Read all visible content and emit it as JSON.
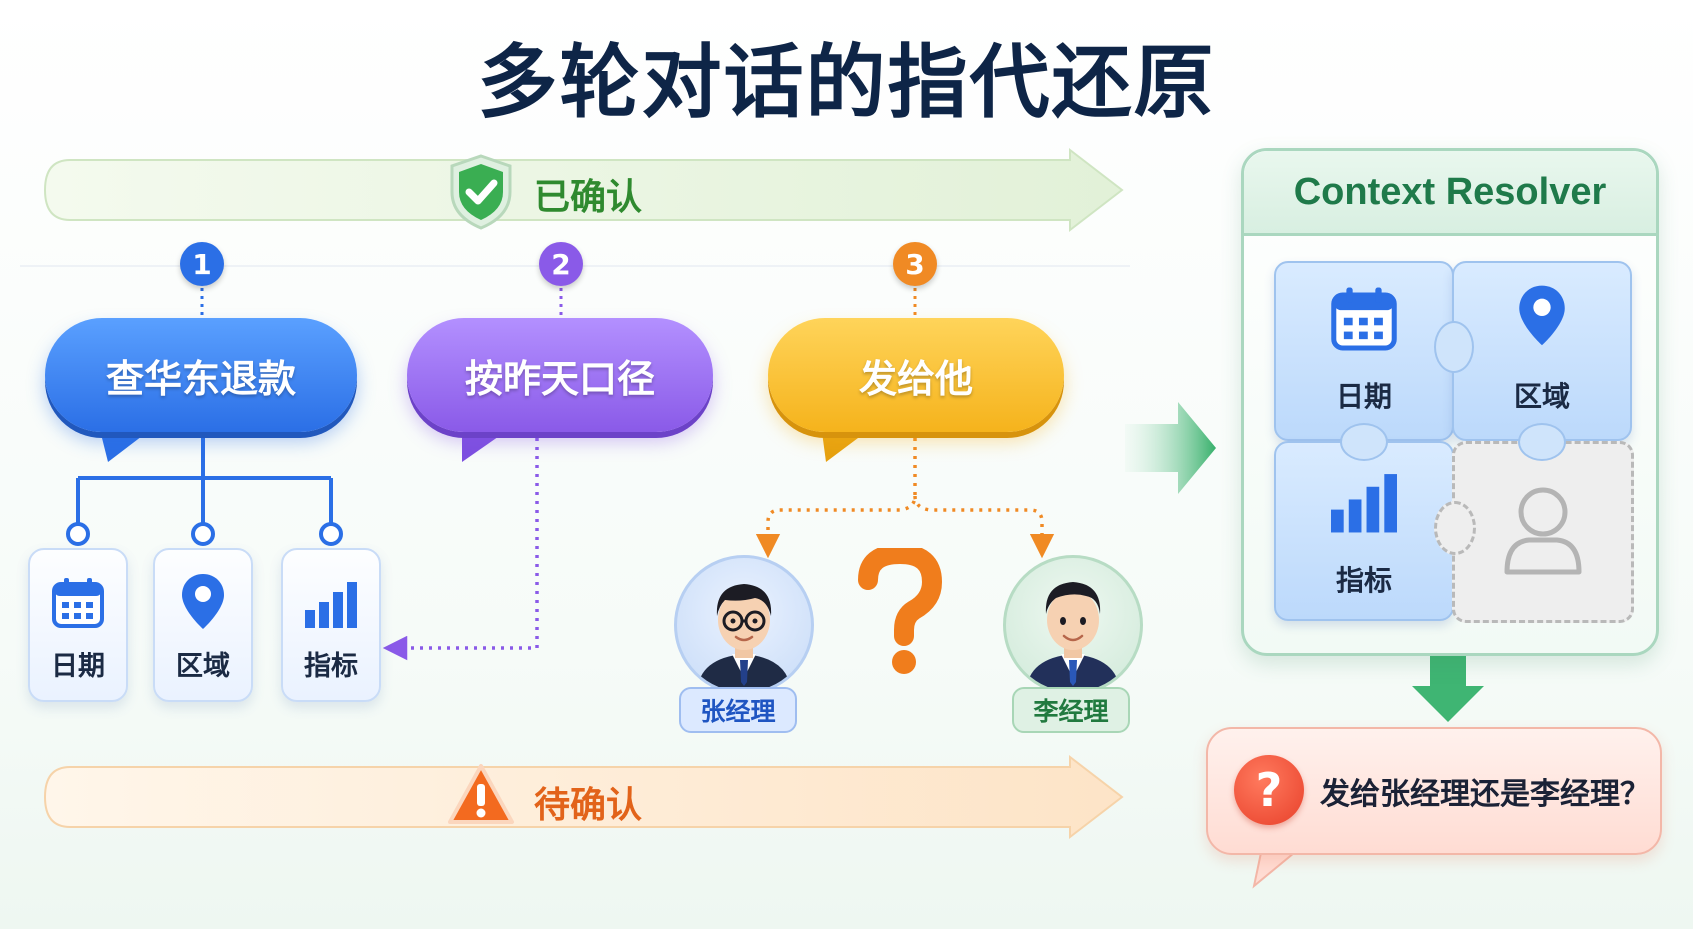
{
  "title": "多轮对话的指代还原",
  "banners": {
    "confirmed": {
      "label": "已确认",
      "color": "#2f8a2f"
    },
    "pending": {
      "label": "待确认",
      "color": "#e2631a"
    }
  },
  "turns": [
    {
      "number": "1",
      "text": "查华东退款",
      "color": "#2b6fe6"
    },
    {
      "number": "2",
      "text": "按昨天口径",
      "color": "#8a5ae8"
    },
    {
      "number": "3",
      "text": "发给他",
      "color": "#f5a10e"
    }
  ],
  "slots": [
    {
      "label": "日期",
      "icon": "calendar-icon"
    },
    {
      "label": "区域",
      "icon": "location-pin-icon"
    },
    {
      "label": "指标",
      "icon": "bar-chart-icon"
    }
  ],
  "candidates": [
    {
      "name": "张经理",
      "tag_color": "#2b6fe6"
    },
    {
      "name": "李经理",
      "tag_color": "#2f8a2f"
    }
  ],
  "resolver": {
    "title": "Context Resolver",
    "pieces": [
      {
        "label": "日期",
        "icon": "calendar-icon"
      },
      {
        "label": "区域",
        "icon": "location-pin-icon"
      },
      {
        "label": "指标",
        "icon": "bar-chart-icon"
      },
      {
        "label": "",
        "icon": "person-outline-icon"
      }
    ]
  },
  "clarification": {
    "text": "发给张经理还是李经理？",
    "icon": "question-icon"
  }
}
